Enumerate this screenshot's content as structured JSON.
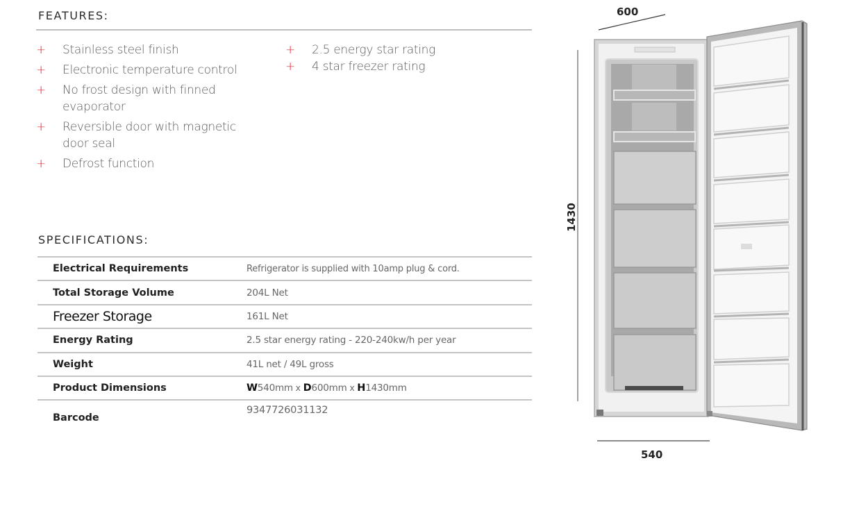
{
  "features": {
    "title": "FEATURES:",
    "bullet_icon": "plus-icon",
    "accent_color": "#e0232d",
    "column_1": [
      "Stainless steel finish",
      "Electronic temperature control",
      "No frost design with finned evaporator",
      "Reversible door with magnetic door seal",
      "Defrost function"
    ],
    "column_2": [
      "2.5 energy star rating",
      "4 star freezer rating"
    ]
  },
  "specifications": {
    "title": "SPECIFICATIONS:",
    "rows": [
      {
        "label": "Electrical Requirements",
        "value": "Refrigerator is supplied with 10amp plug & cord."
      },
      {
        "label": "Total Storage Volume",
        "value": "204L Net"
      },
      {
        "label": "Freezer Storage",
        "value": "161L Net"
      },
      {
        "label": "Energy Rating",
        "value": "2.5 star energy rating - 220-240kw/h per year"
      },
      {
        "label": "Weight",
        "value": "41L net / 49L gross"
      },
      {
        "label": "Product Dimensions",
        "value_parts": {
          "w_key": "W",
          "w_val": "540mm",
          "sep1": " x ",
          "d_key": "D",
          "d_val": "600mm",
          "sep2": " x ",
          "h_key": "H",
          "h_val": "1430mm"
        }
      },
      {
        "label": "Barcode",
        "value": "9347726031132"
      }
    ]
  },
  "illustration": {
    "subject": "upright-freezer-door-open",
    "dimensions": {
      "depth": "600",
      "height": "1430",
      "width": "540"
    }
  }
}
